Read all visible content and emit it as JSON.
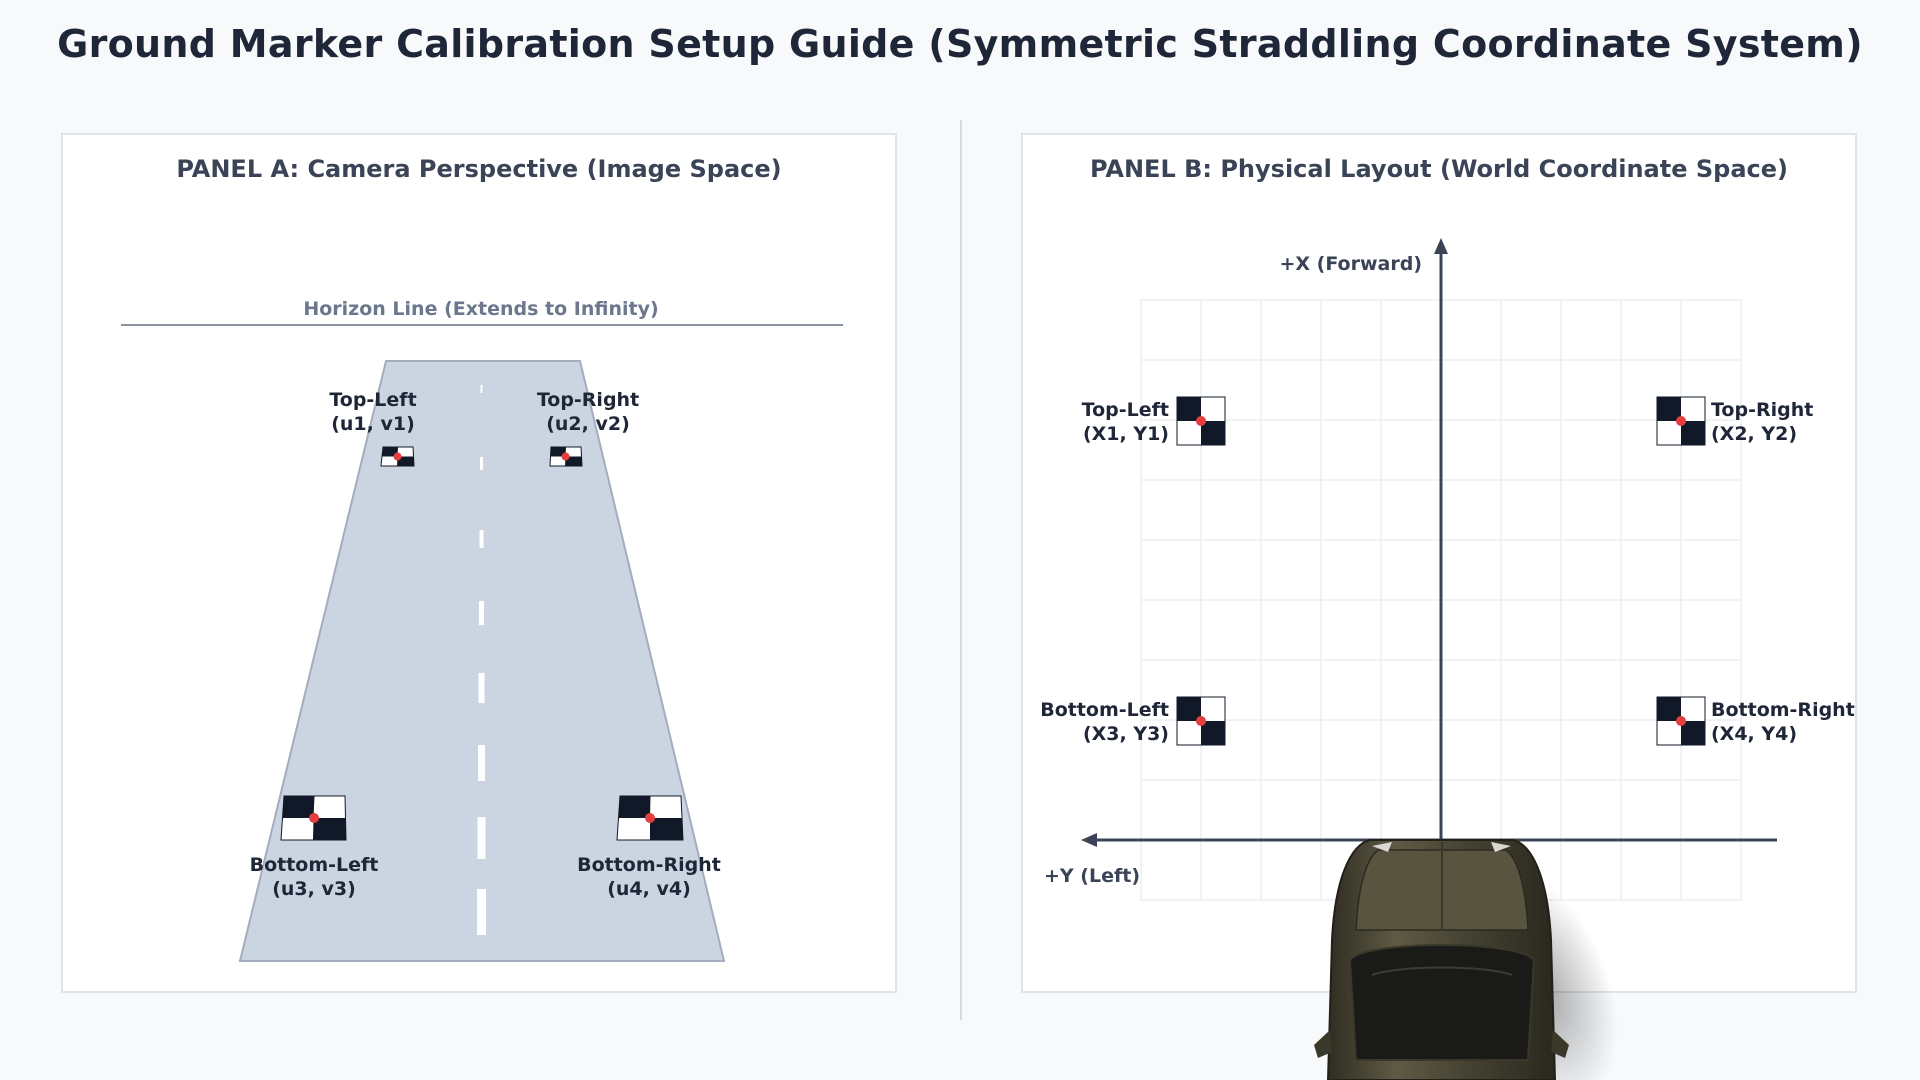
{
  "title": "Ground Marker Calibration Setup Guide (Symmetric Straddling Coordinate System)",
  "panel_a": {
    "title": "PANEL A: Camera Perspective (Image Space)",
    "horizon_label": "Horizon Line (Extends to Infinity)",
    "markers": {
      "top_left": {
        "name": "Top-Left",
        "coord": "(u1, v1)"
      },
      "top_right": {
        "name": "Top-Right",
        "coord": "(u2, v2)"
      },
      "bottom_left": {
        "name": "Bottom-Left",
        "coord": "(u3, v3)"
      },
      "bottom_right": {
        "name": "Bottom-Right",
        "coord": "(u4, v4)"
      }
    }
  },
  "panel_b": {
    "title": "PANEL B: Physical Layout (World Coordinate Space)",
    "x_axis_label": "+X (Forward)",
    "y_axis_label": "+Y (Left)",
    "markers": {
      "top_left": {
        "name": "Top-Left",
        "coord": "(X1, Y1)"
      },
      "top_right": {
        "name": "Top-Right",
        "coord": "(X2, Y2)"
      },
      "bottom_left": {
        "name": "Bottom-Left",
        "coord": "(X3, Y3)"
      },
      "bottom_right": {
        "name": "Bottom-Right",
        "coord": "(X4, Y4)"
      }
    }
  },
  "colors": {
    "road": "#cbd5e1",
    "marker_dark": "#111827",
    "marker_center": "#e53e3e",
    "axis": "#3a4456",
    "grid": "#eceff3",
    "car_body": "#4a4736"
  }
}
